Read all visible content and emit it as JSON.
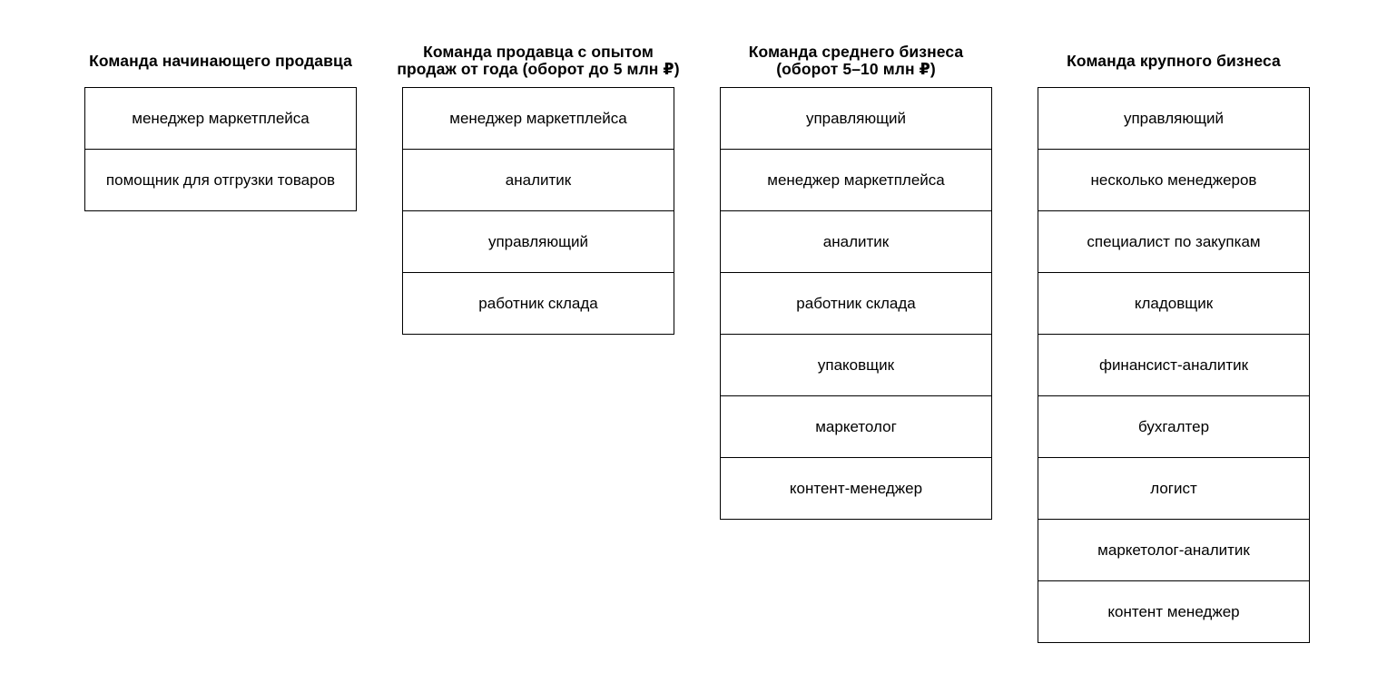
{
  "columns": [
    {
      "title": "Команда начинающего продавца",
      "roles": [
        "менеджер маркетплейса",
        "помощник для отгрузки товаров"
      ]
    },
    {
      "title": "Команда продавца с опытом\nпродаж от года (оборот до 5 млн ₽)",
      "roles": [
        "менеджер маркетплейса",
        "аналитик",
        "управляющий",
        "работник склада"
      ]
    },
    {
      "title": "Команда среднего бизнеса\n(оборот 5–10 млн ₽)",
      "roles": [
        "управляющий",
        "менеджер маркетплейса",
        "аналитик",
        "работник склада",
        "упаковщик",
        "маркетолог",
        "контент-менеджер"
      ]
    },
    {
      "title": "Команда крупного бизнеса",
      "roles": [
        "управляющий",
        "несколько менеджеров",
        "специалист по закупкам",
        "кладовщик",
        "финансист-аналитик",
        "бухгалтер",
        "логист",
        "маркетолог-аналитик",
        "контент менеджер"
      ]
    }
  ]
}
